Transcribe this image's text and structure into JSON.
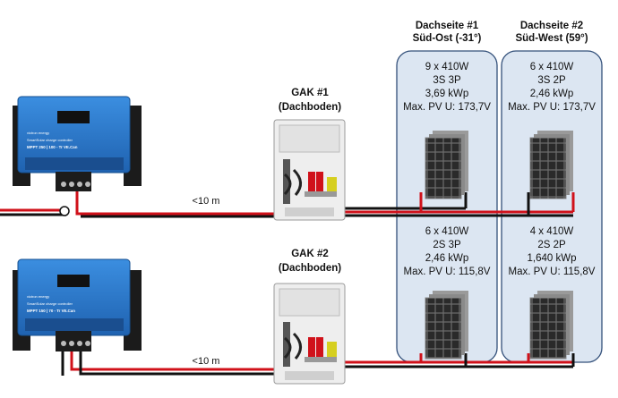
{
  "roof_sides": [
    {
      "title": "Dachseite #1",
      "subtitle": "Süd-Ost (-31°)"
    },
    {
      "title": "Dachseite #2",
      "subtitle": "Süd-West (59°)"
    }
  ],
  "arrays": [
    {
      "modules": "9 x 410W",
      "config": "3S 3P",
      "power": "3,69 kWp",
      "voltage": "Max. PV U: 173,7V"
    },
    {
      "modules": "6 x 410W",
      "config": "3S 2P",
      "power": "2,46 kWp",
      "voltage": "Max. PV U: 173,7V"
    },
    {
      "modules": "6 x 410W",
      "config": "2S 3P",
      "power": "2,46 kWp",
      "voltage": "Max. PV U: 115,8V"
    },
    {
      "modules": "4 x 410W",
      "config": "2S 2P",
      "power": "1,640 kWp",
      "voltage": "Max. PV U: 115,8V"
    }
  ],
  "combiner_boxes": [
    {
      "name": "GAK #1",
      "location": "(Dachboden)"
    },
    {
      "name": "GAK #2",
      "location": "(Dachboden)"
    }
  ],
  "controllers": [
    {
      "brand": "victron energy",
      "line": "SmartSolar charge controller",
      "model": "MPPT 250 | 100 - Tr  VE.Can"
    },
    {
      "brand": "victron energy",
      "line": "SmartSolar charge controller",
      "model": "MPPT 150 | 70 - Tr  VE.Can"
    }
  ],
  "cable_labels": [
    "<10 m",
    "<10 m"
  ],
  "colors": {
    "positive": "#d0111a",
    "negative": "#111111",
    "victron_blue": "#2a7bd0",
    "panel_group_fill": "#dce6f2",
    "panel_group_stroke": "#33507a"
  }
}
